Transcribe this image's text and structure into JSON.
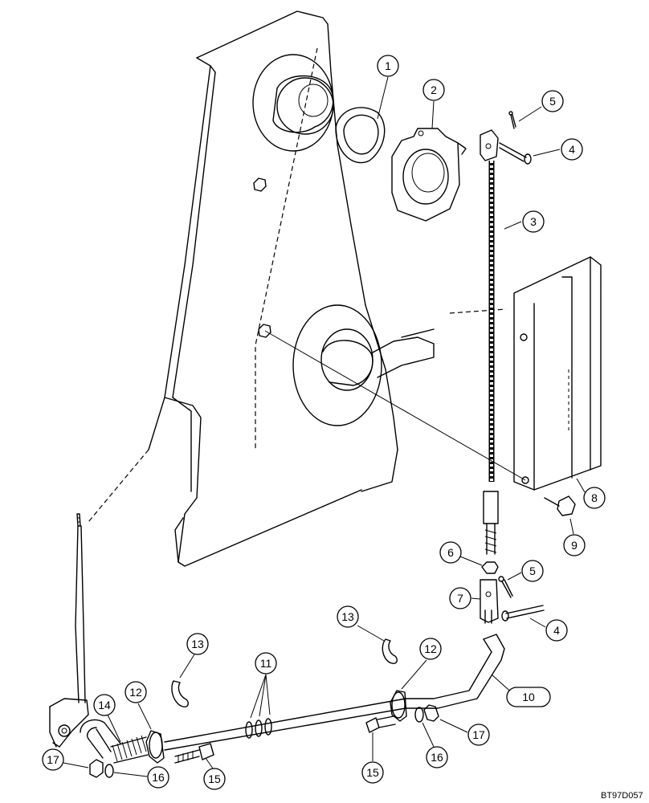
{
  "drawing_code": "BT97D057",
  "callouts": {
    "c1": "1",
    "c2": "2",
    "c3": "3",
    "c4a": "4",
    "c4b": "4",
    "c5a": "5",
    "c5b": "5",
    "c6": "6",
    "c7": "7",
    "c8": "8",
    "c9": "9",
    "c10": "10",
    "c11": "11",
    "c12a": "12",
    "c12b": "12",
    "c13a": "13",
    "c13b": "13",
    "c14": "14",
    "c15a": "15",
    "c15b": "15",
    "c16a": "16",
    "c16b": "16",
    "c17a": "17",
    "c17b": "17"
  }
}
